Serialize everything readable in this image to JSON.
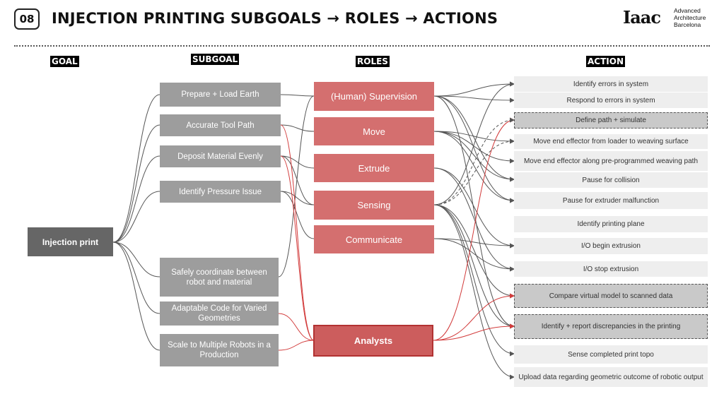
{
  "slide_number": "08",
  "title": "INJECTION PRINTING SUBGOALS → ROLES → ACTIONS",
  "logo": {
    "mark": "Iaac",
    "lines": [
      "Advanced",
      "Architecture",
      "Barcelona"
    ]
  },
  "columns": {
    "goal": "GOAL",
    "subgoal": "SUBGOAL",
    "roles": "ROLES",
    "action": "ACTION"
  },
  "goal": "Injection print",
  "subgoals": [
    "Prepare + Load Earth",
    "Accurate Tool Path",
    "Deposit Material Evenly",
    "Identify Pressure Issue",
    "Safely coordinate between robot and material",
    "Adaptable Code for Varied Geometries",
    "Scale to Multiple Robots in a Production"
  ],
  "roles": [
    "(Human) Supervision",
    "Move",
    "Extrude",
    "Sensing",
    "Communicate",
    "Analysts"
  ],
  "actions": [
    "Identify  errors in system",
    "Respond to errors in system",
    "Define path + simulate",
    "Move end effector from loader to weaving surface",
    "Move end effector along pre-programmed weaving path",
    "Pause for collision",
    "Pause for extruder malfunction",
    "Identify printing plane",
    "I/O begin extrusion",
    "I/O stop extrusion",
    "Compare virtual model to scanned data",
    "Identify + report discrepancies in the printing",
    "Sense completed print topo",
    "Upload data regarding geometric outcome of robotic output"
  ],
  "colors": {
    "goal": "#666666",
    "subgoal": "#9d9d9d",
    "role": "#d46f6f",
    "analysts_border": "#b23232",
    "action": "#eeeeee",
    "link_gray": "#555555",
    "link_red": "#d23b3b"
  },
  "highlighted_actions": [
    "Define path + simulate",
    "Compare virtual model to scanned data",
    "Identify + report discrepancies in the printing"
  ]
}
